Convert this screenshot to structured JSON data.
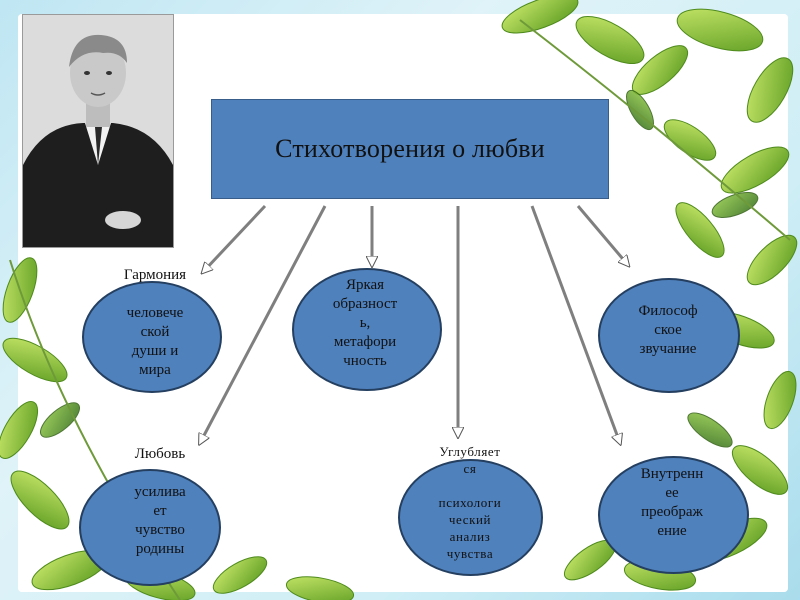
{
  "title": "Стихотворения о любви",
  "nodes": [
    {
      "id": "harmony",
      "label": "Гармония\n\nчеловече\nской\nдуши и\nмира"
    },
    {
      "id": "imagery",
      "label": "Яркая\nобразност\nь,\nметафори\nчность"
    },
    {
      "id": "philosophical",
      "label": "Философ\nское\nзвучание"
    },
    {
      "id": "love-homeland",
      "label": "Любовь\n\nусилива\nет\nчувство\nродины"
    },
    {
      "id": "psychological",
      "label": "Углубляет\nся\n\nпсихологи\nческий\nанализ\nчувства"
    },
    {
      "id": "transformation",
      "label": "Внутренн\nее\nпреображ\nение"
    }
  ],
  "colors": {
    "box_fill": "#4f81bd",
    "box_border": "#243f60",
    "arrow": "#808080"
  },
  "decorations": {
    "photo": "black-and-white-portrait",
    "frame": "green-leaves-border"
  }
}
